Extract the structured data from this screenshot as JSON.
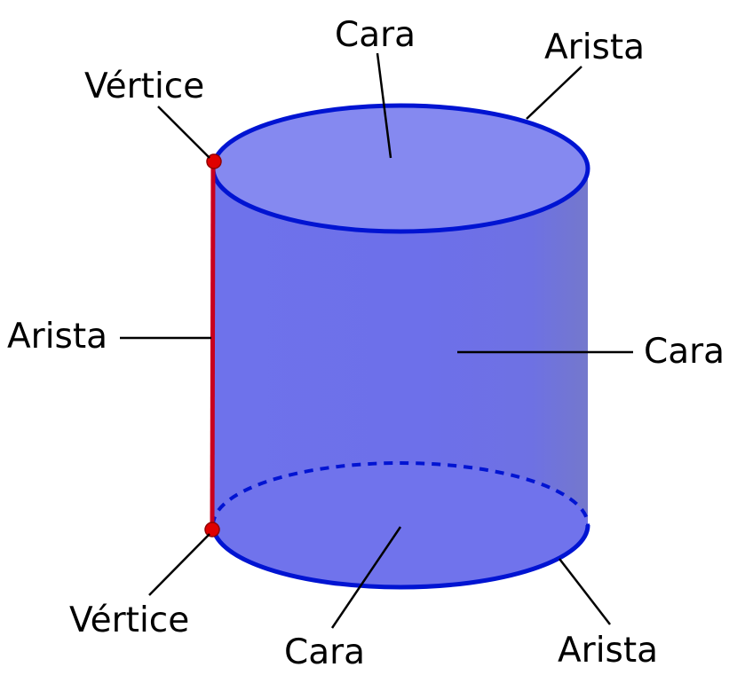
{
  "labels": {
    "top_face": "Cara",
    "top_edge": "Arista",
    "top_vertex": "Vértice",
    "side_edge": "Arista",
    "side_face": "Cara",
    "bottom_vertex": "Vértice",
    "bottom_face": "Cara",
    "bottom_edge": "Arista"
  },
  "colors": {
    "fill": "#6F72EB",
    "top_face": "#8588F0",
    "edge": "#0014D2",
    "highlight_edge": "#C8001E",
    "vertex": "#E00000",
    "leader": "#000000"
  }
}
